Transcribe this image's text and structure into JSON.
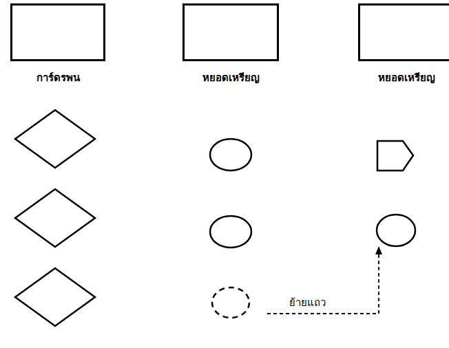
{
  "diagram": {
    "nodes": [
      {
        "text": [
          "การ์ดรพน"
        ]
      },
      {
        "text": [
          "หยอดเหรียญ"
        ]
      },
      {
        "text": [
          "หยอดเหรียญ"
        ]
      }
    ],
    "labels": [
      "ย้ายแถว"
    ]
  }
}
